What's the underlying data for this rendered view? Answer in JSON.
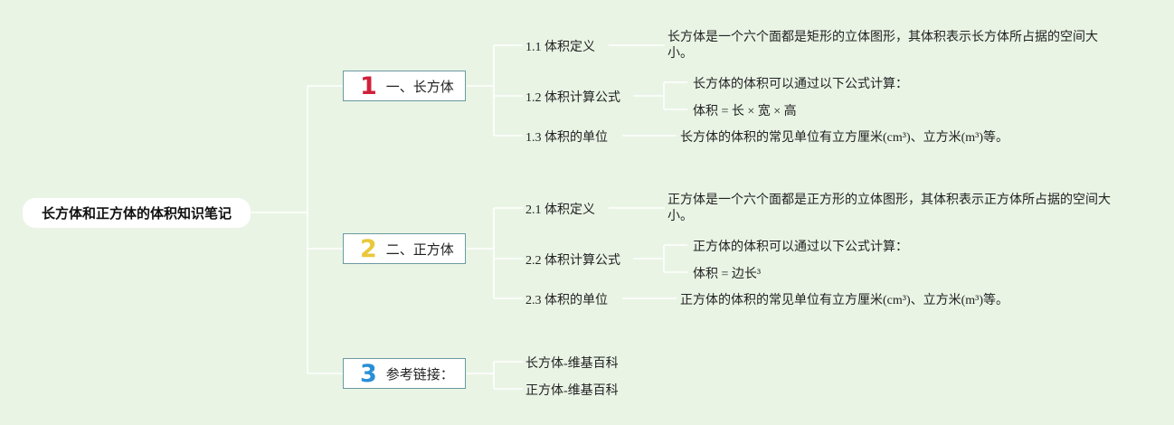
{
  "root": {
    "title": "长方体和正方体的体积知识笔记"
  },
  "colors": {
    "background": "#e9f4e5",
    "line": "#ffffff",
    "border": "#6a9aa0"
  },
  "branches": [
    {
      "number": "1",
      "number_color": "#d0203a",
      "title": "一、长方体",
      "items": [
        {
          "label": "1.1 体积定义",
          "details": [
            "长方体是一个六个面都是矩形的立体图形，其体积表示长方体所占据的空间大小。"
          ]
        },
        {
          "label": "1.2 体积计算公式",
          "details": [
            "长方体的体积可以通过以下公式计算：",
            "体积 = 长 × 宽 × 高"
          ]
        },
        {
          "label": "1.3 体积的单位",
          "details": [
            "长方体的体积的常见单位有立方厘米(cm³)、立方米(m³)等。"
          ]
        }
      ]
    },
    {
      "number": "2",
      "number_color": "#e9c83c",
      "title": "二、正方体",
      "items": [
        {
          "label": "2.1 体积定义",
          "details": [
            "正方体是一个六个面都是正方形的立体图形，其体积表示正方体所占据的空间大小。"
          ]
        },
        {
          "label": "2.2 体积计算公式",
          "details": [
            "正方体的体积可以通过以下公式计算：",
            "体积 = 边长³"
          ]
        },
        {
          "label": "2.3 体积的单位",
          "details": [
            "正方体的体积的常见单位有立方厘米(cm³)、立方米(m³)等。"
          ]
        }
      ]
    },
    {
      "number": "3",
      "number_color": "#2a8fd6",
      "title": "参考链接：",
      "items": [
        {
          "label": "长方体-维基百科"
        },
        {
          "label": "正方体-维基百科"
        }
      ]
    }
  ]
}
